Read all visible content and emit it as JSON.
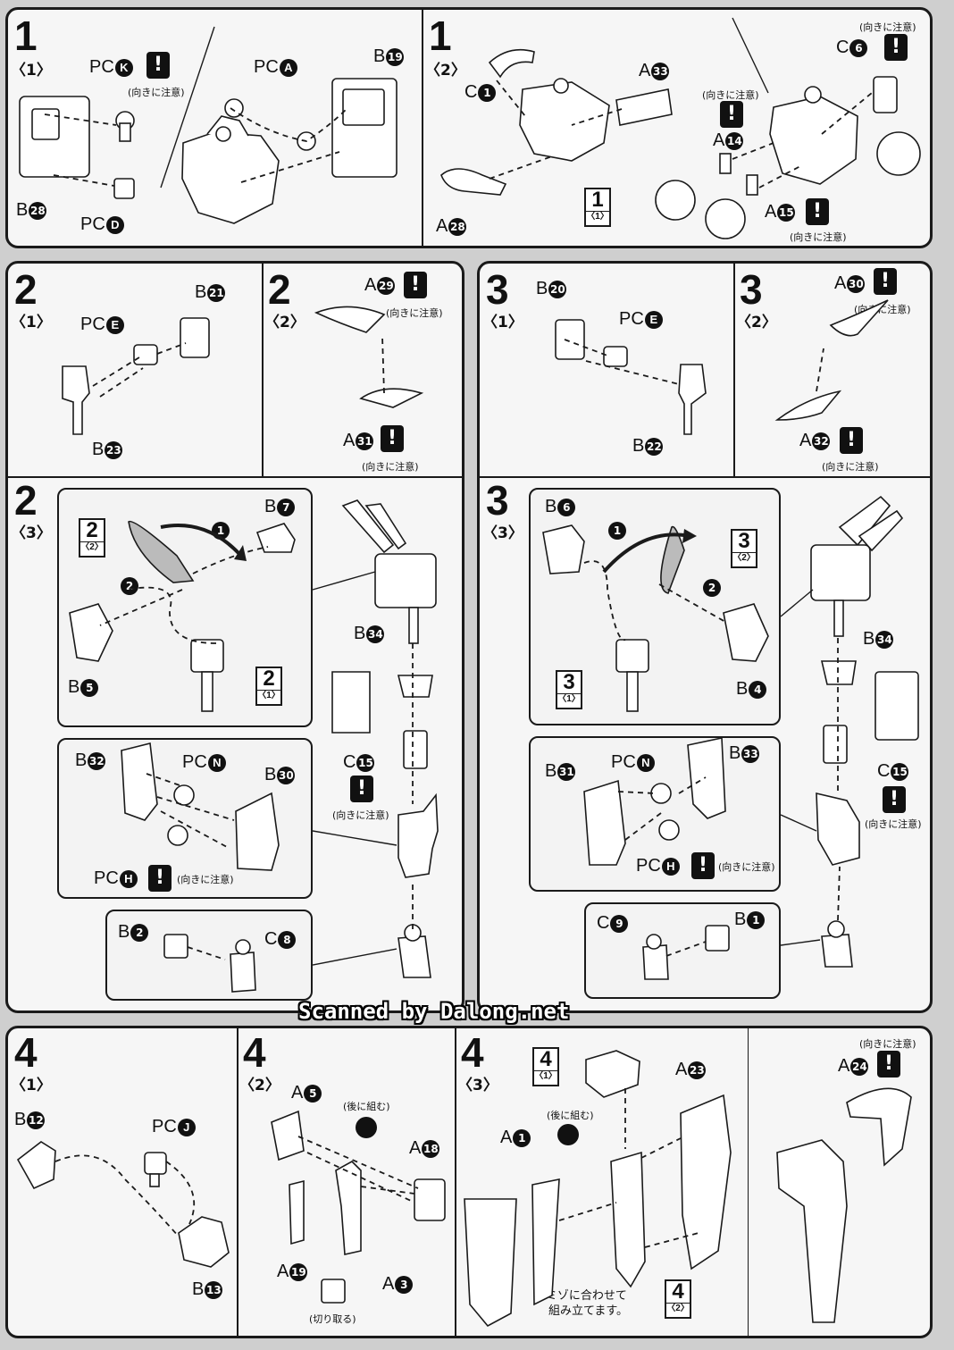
{
  "row1": {
    "left": {
      "step": "1",
      "sub": "〈1〉",
      "labels": {
        "pck": "PC",
        "pck_letter": "K",
        "pca": "PC",
        "pca_letter": "A",
        "b19": "B",
        "b19_num": "19",
        "b28": "B",
        "b28_num": "28",
        "pcd": "PC",
        "pcd_letter": "D"
      },
      "caution": "(向きに注意)"
    },
    "right": {
      "step": "1",
      "sub": "〈2〉",
      "labels": {
        "c1": "C",
        "c1_num": "1",
        "a33": "A",
        "a33_num": "33",
        "a28": "A",
        "a28_num": "28",
        "c6": "C",
        "c6_num": "6",
        "a14": "A",
        "a14_num": "14",
        "a15": "A",
        "a15_num": "15"
      },
      "caution1": "(向きに注意)",
      "caution2": "(向きに注意)",
      "caution3": "(向きに注意)",
      "ref": {
        "n": "1",
        "s": "〈1〉"
      }
    }
  },
  "row2": {
    "p21": {
      "step": "2",
      "sub": "〈1〉",
      "pce": "PC",
      "pce_letter": "E",
      "b21": "B",
      "b21_num": "21",
      "b23": "B",
      "b23_num": "23"
    },
    "p22": {
      "step": "2",
      "sub": "〈2〉",
      "a29": "A",
      "a29_num": "29",
      "a31": "A",
      "a31_num": "31",
      "caution1": "(向きに注意)",
      "caution2": "(向きに注意)"
    },
    "p31": {
      "step": "3",
      "sub": "〈1〉",
      "b20": "B",
      "b20_num": "20",
      "pce": "PC",
      "pce_letter": "E",
      "b22": "B",
      "b22_num": "22"
    },
    "p32": {
      "step": "3",
      "sub": "〈2〉",
      "a30": "A",
      "a30_num": "30",
      "a32": "A",
      "a32_num": "32",
      "caution1": "(向きに注意)",
      "caution2": "(向きに注意)"
    }
  },
  "row3": {
    "left": {
      "step": "2",
      "sub": "〈3〉",
      "ref_top": {
        "n": "2",
        "s": "〈2〉"
      },
      "ref_mid": {
        "n": "2",
        "s": "〈1〉"
      },
      "b7": "B",
      "b7_num": "7",
      "b5": "B",
      "b5_num": "5",
      "b34": "B",
      "b34_num": "34",
      "b32": "B",
      "b32_num": "32",
      "pcn": "PC",
      "pcn_letter": "N",
      "b30": "B",
      "b30_num": "30",
      "pch": "PC",
      "pch_letter": "H",
      "c15": "C",
      "c15_num": "15",
      "b2": "B",
      "b2_num": "2",
      "c8": "C",
      "c8_num": "8",
      "caution1": "(向きに注意)",
      "caution2": "(向きに注意)",
      "arrow1": "1",
      "arrow2": "2"
    },
    "right": {
      "step": "3",
      "sub": "〈3〉",
      "ref_top": {
        "n": "3",
        "s": "〈2〉"
      },
      "ref_mid": {
        "n": "3",
        "s": "〈1〉"
      },
      "b6": "B",
      "b6_num": "6",
      "b4": "B",
      "b4_num": "4",
      "b34": "B",
      "b34_num": "34",
      "b31": "B",
      "b31_num": "31",
      "pcn": "PC",
      "pcn_letter": "N",
      "b33": "B",
      "b33_num": "33",
      "pch": "PC",
      "pch_letter": "H",
      "c15": "C",
      "c15_num": "15",
      "c9": "C",
      "c9_num": "9",
      "b1": "B",
      "b1_num": "1",
      "caution1": "(向きに注意)",
      "caution2": "(向きに注意)",
      "arrow1": "1",
      "arrow2": "2"
    }
  },
  "watermark": "Scanned by Dalong.net",
  "row4": {
    "p41": {
      "step": "4",
      "sub": "〈1〉",
      "b12": "B",
      "b12_num": "12",
      "pcj": "PC",
      "pcj_letter": "J",
      "b13": "B",
      "b13_num": "13"
    },
    "p42": {
      "step": "4",
      "sub": "〈2〉",
      "a5": "A",
      "a5_num": "5",
      "later": "(後に組む)",
      "a18": "A",
      "a18_num": "18",
      "a19": "A",
      "a19_num": "19",
      "a3": "A",
      "a3_num": "3",
      "cut": "(切り取る)"
    },
    "p43": {
      "step": "4",
      "sub": "〈3〉",
      "ref_top": {
        "n": "4",
        "s": "〈1〉"
      },
      "ref_bot": {
        "n": "4",
        "s": "〈2〉"
      },
      "later": "(後に組む)",
      "a1": "A",
      "a1_num": "1",
      "a23": "A",
      "a23_num": "23",
      "note1": "※ミゾに合わせて",
      "note2": "組み立てます。",
      "caution": "(向きに注意)",
      "a24": "A",
      "a24_num": "24"
    }
  }
}
